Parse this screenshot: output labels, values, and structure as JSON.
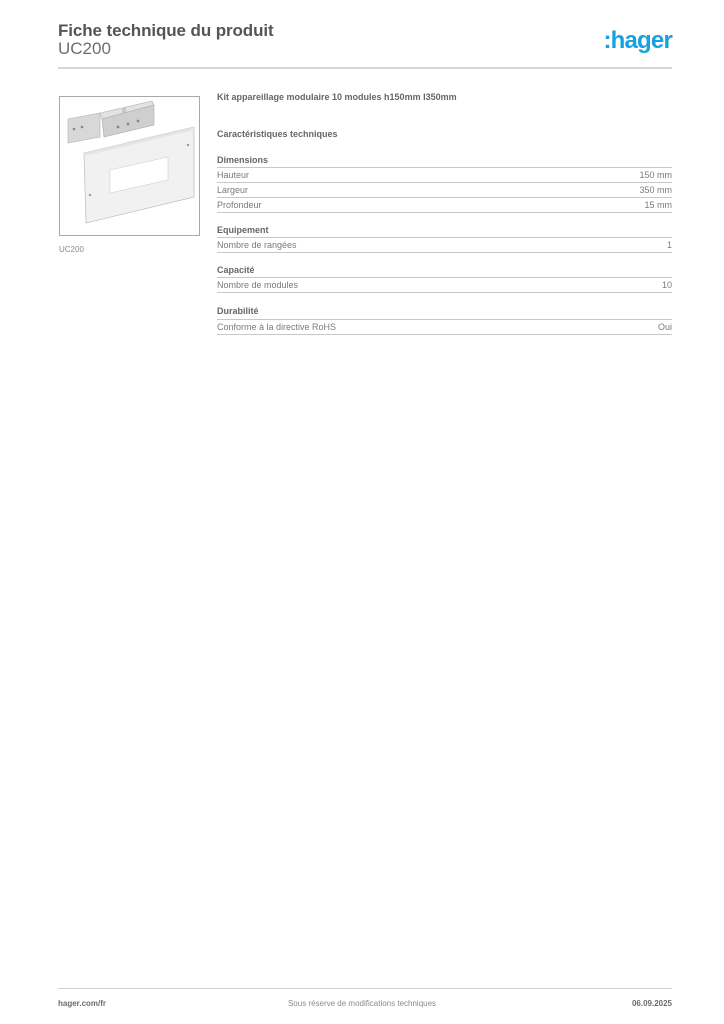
{
  "header": {
    "title": "Fiche technique du produit",
    "reference": "UC200",
    "logo_text": ":hager",
    "brand_color": "#19a0e0"
  },
  "product": {
    "image_caption": "UC200",
    "image_alt": "product-photo-modular-kit",
    "description": "Kit appareillage modulaire 10 modules h150mm l350mm",
    "characteristics_title": "Caractéristiques techniques"
  },
  "sections": [
    {
      "heading": "Dimensions",
      "rows": [
        {
          "label": "Hauteur",
          "value": "150 mm"
        },
        {
          "label": "Largeur",
          "value": "350 mm"
        },
        {
          "label": "Profondeur",
          "value": "15 mm"
        }
      ]
    },
    {
      "heading": "Equipement",
      "rows": [
        {
          "label": "Nombre de rangées",
          "value": "1"
        }
      ]
    },
    {
      "heading": "Capacité",
      "rows": [
        {
          "label": "Nombre de modules",
          "value": "10"
        }
      ]
    },
    {
      "heading": "Durabilité",
      "rows": [
        {
          "label": "Conforme à la directive RoHS",
          "value": "Oui"
        }
      ]
    }
  ],
  "footer": {
    "website": "hager.com/fr",
    "disclaimer": "Sous réserve de modifications techniques",
    "date": "06.09.2025"
  }
}
